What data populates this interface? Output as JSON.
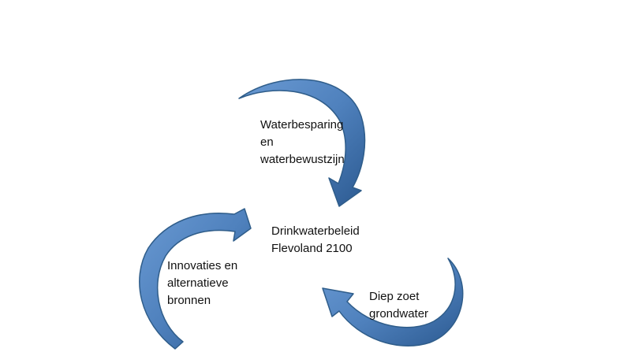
{
  "diagram": {
    "center": {
      "lines": [
        "Drinkwaterbeleid",
        "Flevoland 2100"
      ]
    },
    "cycle_items": [
      {
        "lines": [
          "Waterbesparing",
          "en",
          "waterbewustzijn"
        ]
      },
      {
        "lines": [
          "Diep zoet",
          "grondwater"
        ]
      },
      {
        "lines": [
          "Innovaties en",
          "alternatieve",
          "bronnen"
        ]
      }
    ],
    "colors": {
      "arrow_fill": "#4f81bd",
      "arrow_light": "#6a9ad3",
      "arrow_dark": "#2c5a91",
      "arrow_outline": "#2f5d8a",
      "text": "#111111",
      "background": "#ffffff"
    }
  }
}
